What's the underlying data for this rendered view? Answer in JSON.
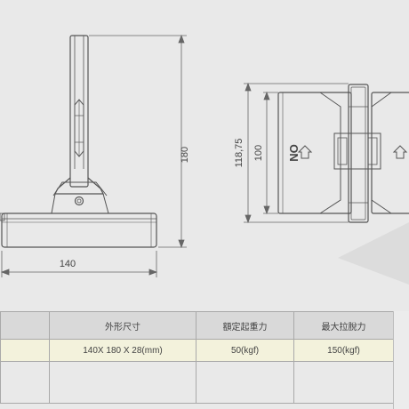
{
  "dimensions": {
    "height_180": "180",
    "width_140": "140",
    "height_118_75": "118,75",
    "height_100": "100"
  },
  "magnet_label": "ON",
  "spec_table": {
    "headers": [
      "",
      "外形尺寸",
      "額定起重力",
      "最大拉脫力"
    ],
    "values": [
      "",
      "140X 180 X 28(mm)",
      "50(kgf)",
      "150(kgf)"
    ]
  },
  "colors": {
    "background": "#e9e9e9",
    "line": "#555555",
    "table_header": "#d9d9d9",
    "table_value_row": "#f3f2dc"
  }
}
